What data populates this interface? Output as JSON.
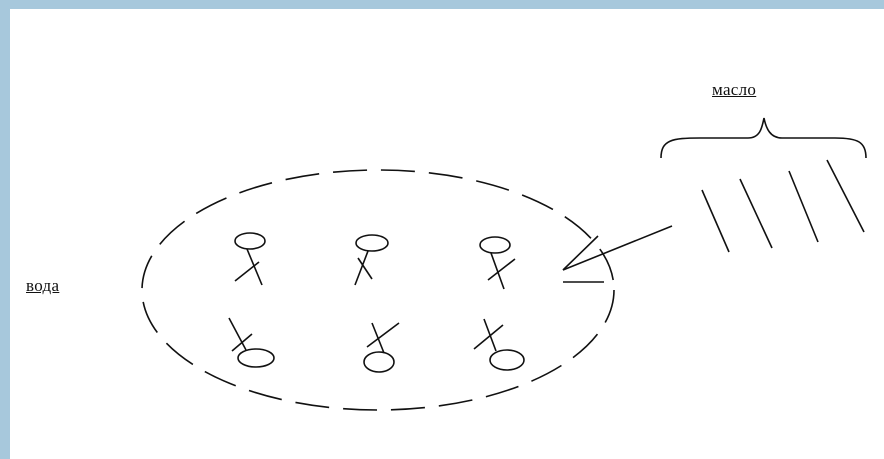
{
  "labels": {
    "water": "вода",
    "oil": "масло"
  },
  "colors": {
    "frame": "#a7c8dc",
    "ink": "#111111",
    "background": "#ffffff"
  },
  "molecules": {
    "water_emulsifier_count": 6,
    "oil_chain_count": 4
  }
}
